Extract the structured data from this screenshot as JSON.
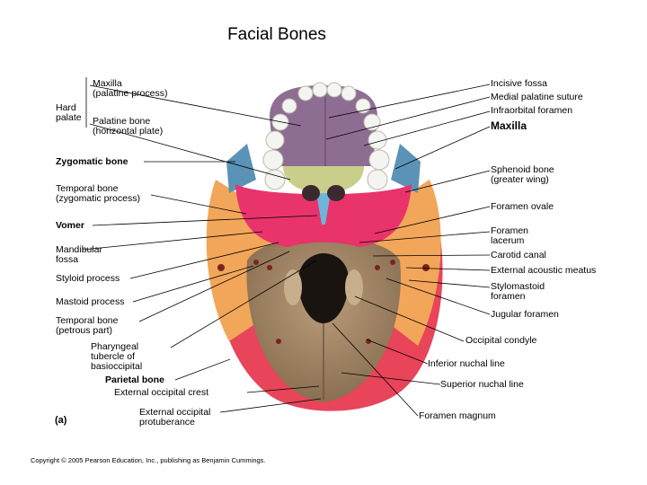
{
  "slide": {
    "title": "Facial Bones"
  },
  "figure": {
    "panel_letter": "(a)",
    "copyright": "Copyright © 2005 Pearson Education, Inc., publishing as Benjamin Cummings.",
    "group_label": {
      "line1": "Hard",
      "line2": "palate"
    },
    "left_labels": [
      {
        "line1": "Maxilla",
        "line2": "(palatine process)"
      },
      {
        "line1": "Palatine bone",
        "line2": "(horizontal plate)"
      },
      {
        "line1": "Zygomatic bone",
        "line2": ""
      },
      {
        "line1": "Temporal bone",
        "line2": "(zygomatic process)"
      },
      {
        "line1": "Vomer",
        "line2": ""
      },
      {
        "line1": "Mandibular",
        "line2": "fossa"
      },
      {
        "line1": "Styloid process",
        "line2": ""
      },
      {
        "line1": "Mastoid process",
        "line2": ""
      },
      {
        "line1": "Temporal bone",
        "line2": "(petrous part)"
      },
      {
        "line1": "Pharyngeal",
        "line2": "tubercle of",
        "line3": "basioccipital"
      },
      {
        "line1": "Parietal bone",
        "line2": ""
      },
      {
        "line1": "External occipital crest",
        "line2": ""
      },
      {
        "line1": "External occipital",
        "line2": "protuberance"
      }
    ],
    "right_labels": [
      {
        "line1": "Incisive fossa",
        "line2": ""
      },
      {
        "line1": "Medial palatine suture",
        "line2": ""
      },
      {
        "line1": "Infraorbital foramen",
        "line2": ""
      },
      {
        "line1": "Maxilla",
        "line2": ""
      },
      {
        "line1": "Sphenoid bone",
        "line2": "(greater wing)"
      },
      {
        "line1": "Foramen ovale",
        "line2": ""
      },
      {
        "line1": "Foramen",
        "line2": "lacerum"
      },
      {
        "line1": "Carotid canal",
        "line2": ""
      },
      {
        "line1": "External acoustic meatus",
        "line2": ""
      },
      {
        "line1": "Stylomastoid",
        "line2": "foramen"
      },
      {
        "line1": "Jugular foramen",
        "line2": ""
      },
      {
        "line1": "Occipital condyle",
        "line2": ""
      },
      {
        "line1": "Inferior nuchal line",
        "line2": ""
      },
      {
        "line1": "Superior nuchal line",
        "line2": ""
      },
      {
        "line1": "Foramen magnum",
        "line2": ""
      }
    ],
    "colors": {
      "occipital": "#a48a6a",
      "temporal": "#f2a65a",
      "parietal": "#e8445a",
      "sphenoid": "#e8336b",
      "palatine": "#c9cf8a",
      "maxilla": "#8e6d93",
      "zygomatic": "#5b93b6",
      "vomer": "#6fb5d8",
      "teeth": "#f4f4f0"
    }
  }
}
